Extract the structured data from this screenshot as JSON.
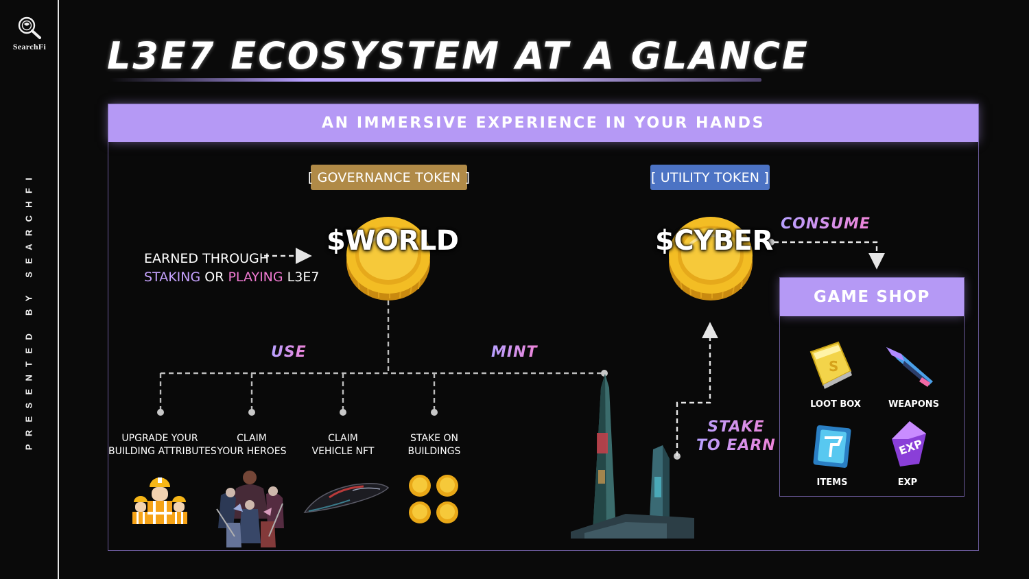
{
  "brand": {
    "name": "SearchFi",
    "logo_icon": "magnifier-logo-icon"
  },
  "sidebar": {
    "vertical_text": "PRESENTED BY SEARCHFI"
  },
  "title": "L3E7 ECOSYSTEM AT A GLANCE",
  "header": "AN IMMERSIVE EXPERIENCE IN YOUR HANDS",
  "tokens": {
    "governance": {
      "badge": "[ GOVERNANCE TOKEN ]",
      "name": "$WORLD"
    },
    "utility": {
      "badge": "[ UTILITY TOKEN ]",
      "name": "$CYBER"
    }
  },
  "earned": {
    "line1": "EARNED THROUGH",
    "staking": "STAKING",
    "or": "OR",
    "playing": "PLAYING",
    "game": "L3E7"
  },
  "actions": {
    "use": "USE",
    "mint": "MINT",
    "consume": "CONSUME",
    "stake_line1": "STAKE",
    "stake_line2": "TO EARN"
  },
  "uses": [
    {
      "line1": "UPGRADE YOUR",
      "line2": "BUILDING ATTRIBUTES",
      "icon": "workers-illustration"
    },
    {
      "line1": "CLAIM",
      "line2": "YOUR HEROES",
      "icon": "heroes-illustration"
    },
    {
      "line1": "CLAIM",
      "line2": "VEHICLE NFT",
      "icon": "hover-vehicle-illustration"
    },
    {
      "line1": "STAKE ON",
      "line2": "BUILDINGS",
      "icon": "coin-stack-illustration"
    }
  ],
  "mint_target_icon": "skyscraper-illustration",
  "shop": {
    "title": "GAME SHOP",
    "items": [
      {
        "label": "LOOT BOX",
        "icon": "loot-box-icon"
      },
      {
        "label": "WEAPONS",
        "icon": "weapon-icon"
      },
      {
        "label": "ITEMS",
        "icon": "item-card-icon"
      },
      {
        "label": "EXP",
        "icon": "exp-gem-icon"
      }
    ]
  },
  "colors": {
    "accent_purple": "#b599f5",
    "governance_badge": "#b08a47",
    "utility_badge": "#4c73c4",
    "coin_gold": "#f2b81f",
    "highlight_purple": "#c7a3ff",
    "highlight_pink": "#f07ad2"
  }
}
